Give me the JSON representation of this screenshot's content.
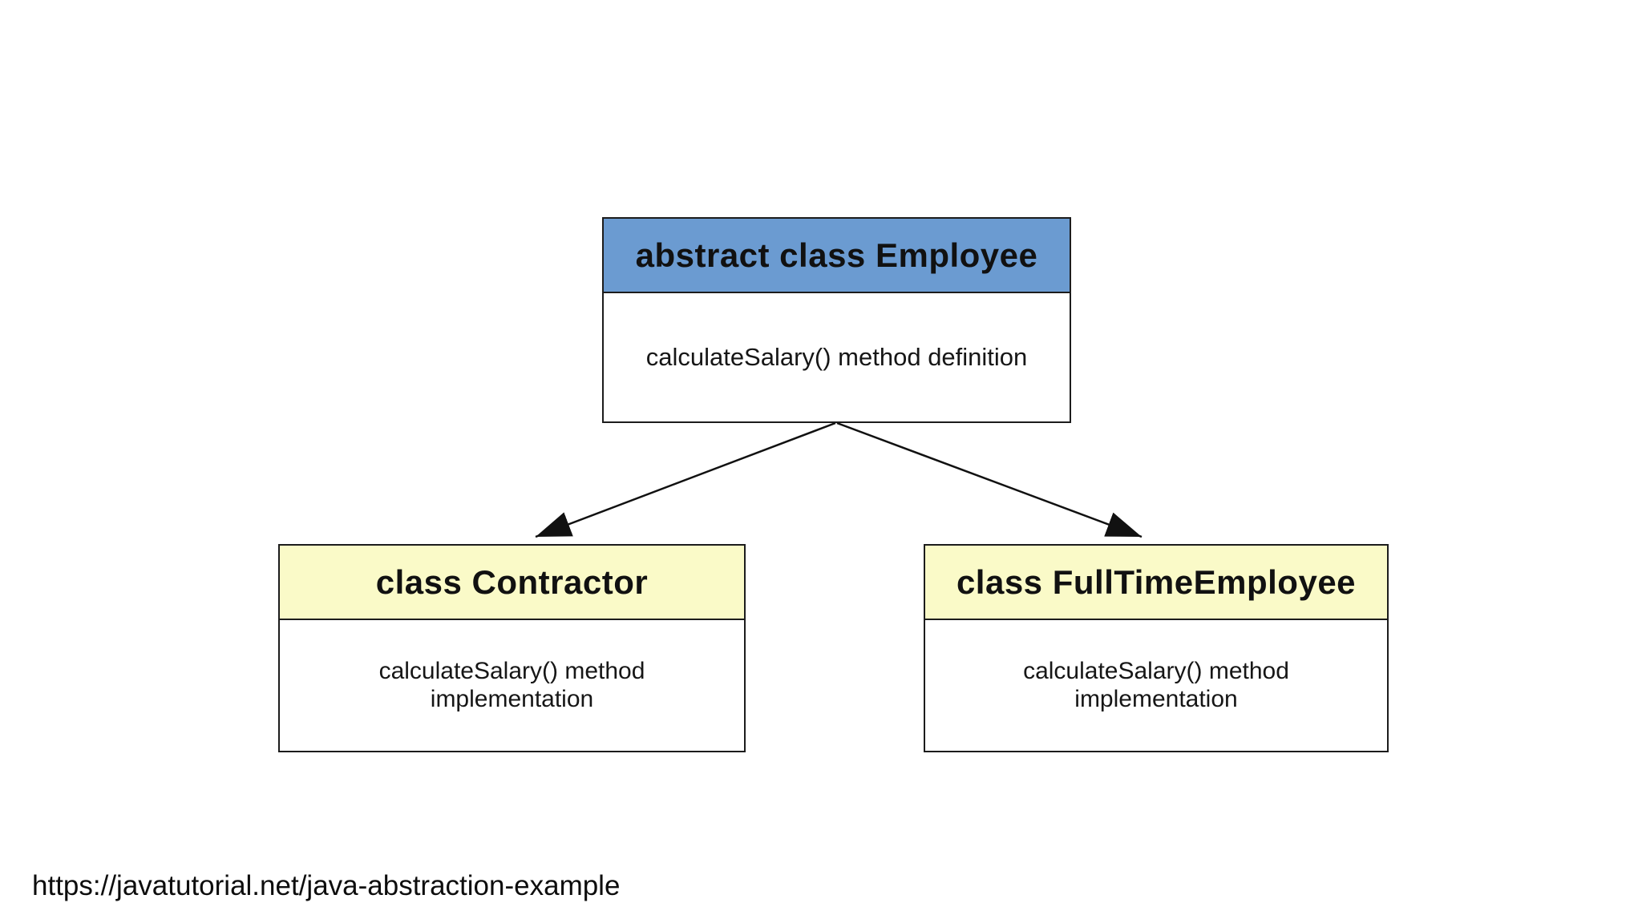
{
  "page": {
    "background_color": "#ffffff",
    "caption_url": "https://javatutorial.net/java-abstraction-example"
  },
  "diagram": {
    "kind": "uml-class-hierarchy",
    "parent_class": {
      "title": "abstract class Employee",
      "body": "calculateSalary() method definition",
      "header_color": "#6b9bd1",
      "body_color": "#ffffff",
      "border_color": "#1c1c1c"
    },
    "child_classes": [
      {
        "title": "class Contractor",
        "body": "calculateSalary() method implementation",
        "header_color": "#fafac8",
        "body_color": "#ffffff",
        "border_color": "#1c1c1c"
      },
      {
        "title": "class FullTimeEmployee",
        "body": "calculateSalary() method implementation",
        "header_color": "#fafac8",
        "body_color": "#ffffff",
        "border_color": "#1c1c1c"
      }
    ],
    "connectors": {
      "color": "#111111",
      "style": "solid line with filled triangular arrowhead",
      "from": "parent_class bottom center",
      "to": [
        "class Contractor top edge",
        "class FullTimeEmployee top edge"
      ]
    }
  }
}
